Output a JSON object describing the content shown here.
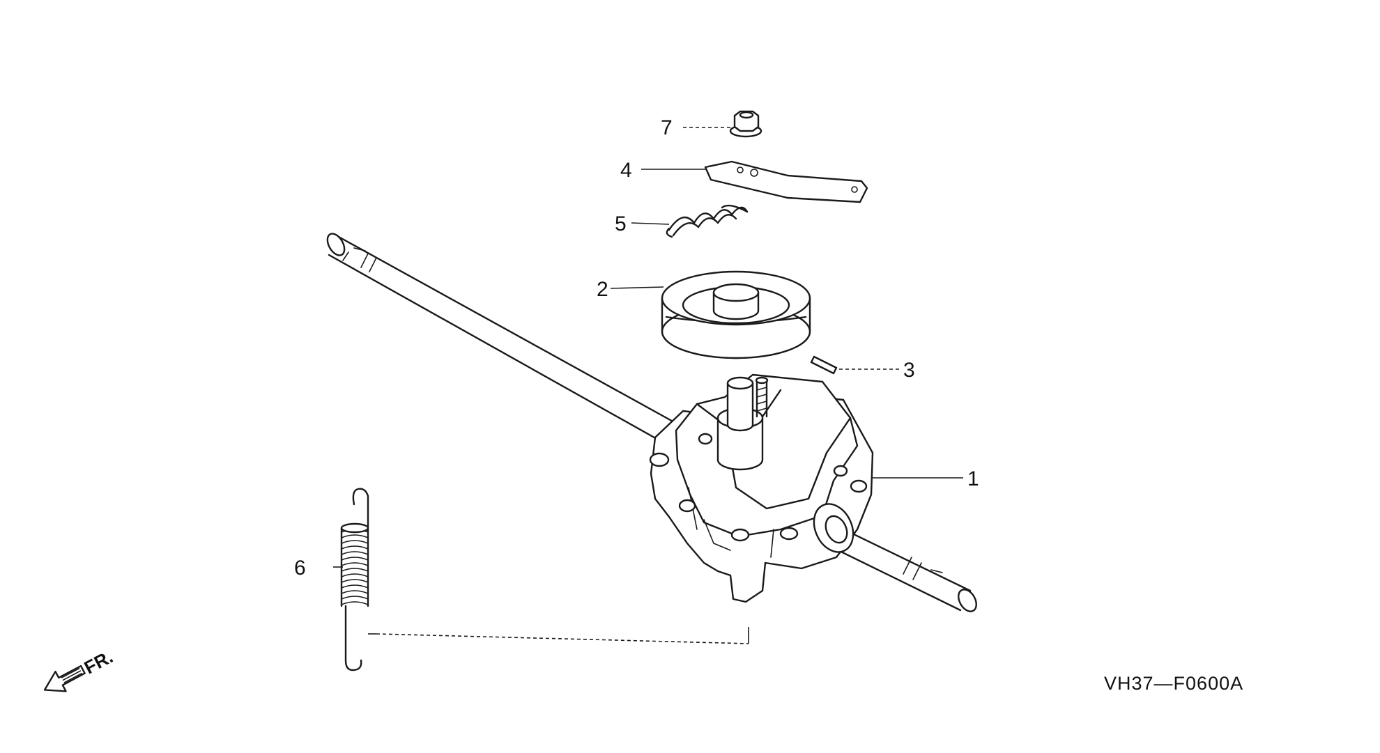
{
  "diagram": {
    "drawing_code": "VH37—F0600A",
    "front_indicator": "FR.",
    "callouts": [
      {
        "number": "1",
        "part": "transmission-assembly"
      },
      {
        "number": "2",
        "part": "pulley"
      },
      {
        "number": "3",
        "part": "pin"
      },
      {
        "number": "4",
        "part": "plate"
      },
      {
        "number": "5",
        "part": "torsion-spring"
      },
      {
        "number": "6",
        "part": "extension-spring"
      },
      {
        "number": "7",
        "part": "flange-nut"
      }
    ]
  }
}
